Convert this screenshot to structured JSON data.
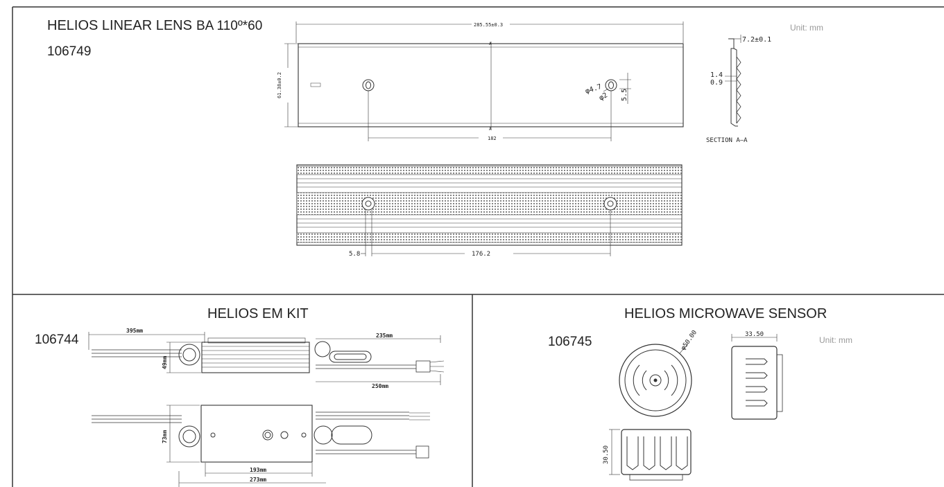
{
  "lens": {
    "title": "HELIOS LINEAR LENS",
    "beam": "BA 110º*60",
    "code": "106749",
    "unit": "Unit: mm",
    "dims": {
      "length": "285.55±0.3",
      "width": "61.38±0.2",
      "hole_spacing": "182",
      "hole_d1": "φ4.7",
      "hole_d2": "φ2",
      "hole_offset": "5.5",
      "section_top": "7.2±0.1",
      "section_a": "1.4",
      "section_b": "0.9",
      "section_label": "SECTION A—A",
      "cut_mark": "A",
      "bottom_offset": "5.8",
      "bottom_spacing": "176.2"
    }
  },
  "em_kit": {
    "title": "HELIOS EM KIT",
    "code": "106744",
    "dims": {
      "cable_left": "395mm",
      "height_top": "49mm",
      "cable_right_top": "235mm",
      "cable_right_bottom": "250mm",
      "height_bottom": "73mm",
      "inner_len": "193mm",
      "outer_len": "273mm"
    }
  },
  "sensor": {
    "title": "HELIOS MICROWAVE SENSOR",
    "code": "106745",
    "unit": "Unit: mm",
    "dims": {
      "diameter": "φ50.00",
      "depth": "33.50",
      "height": "30.50"
    }
  }
}
